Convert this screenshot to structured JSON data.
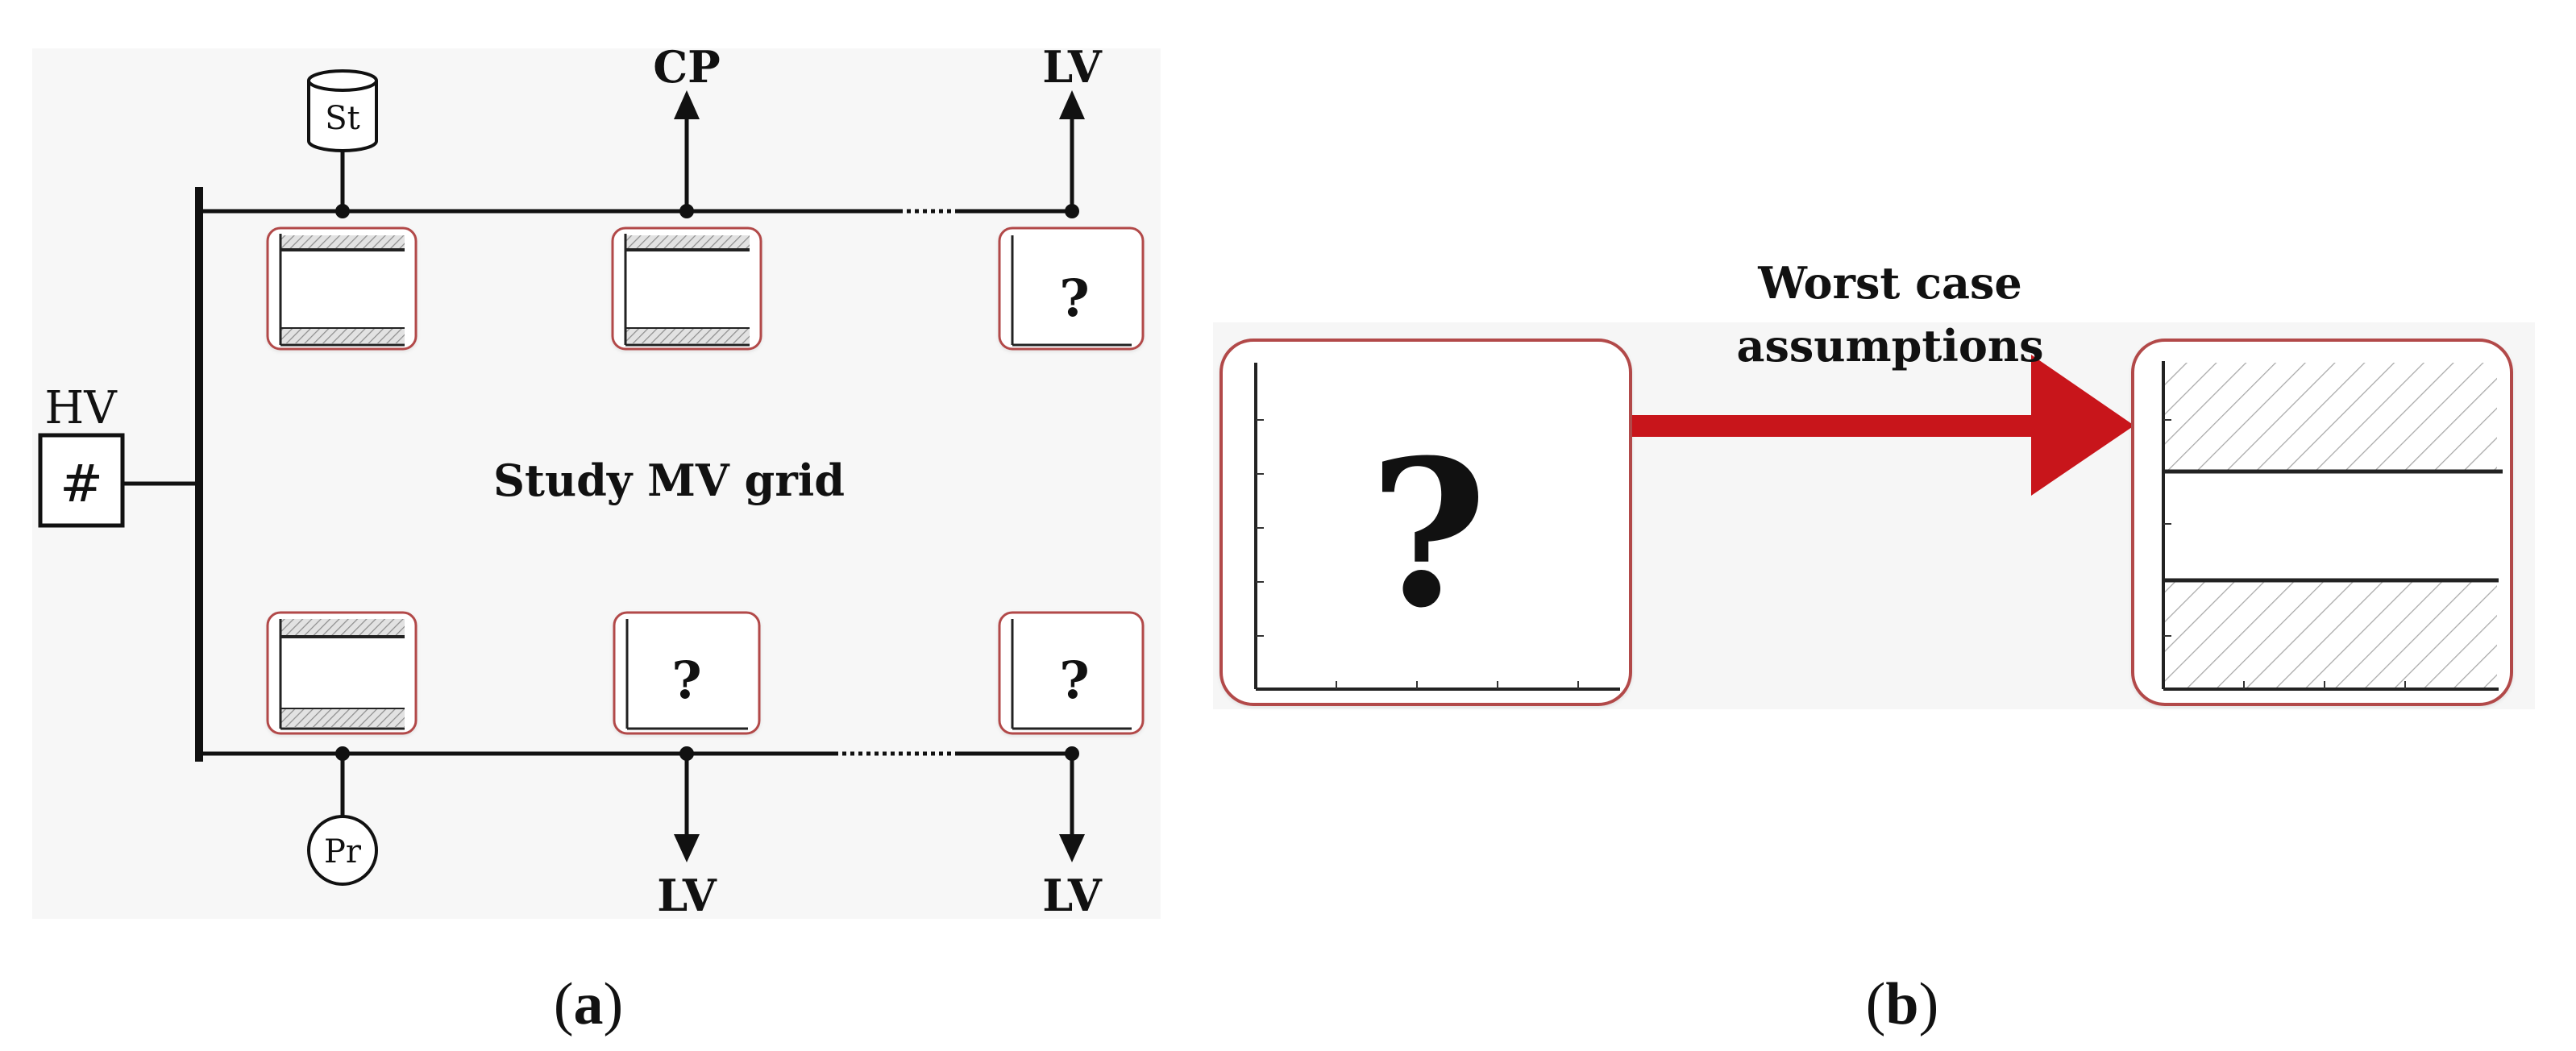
{
  "panel_a": {
    "source_label": "HV",
    "source_symbol": "#",
    "storage_label": "St",
    "producer_label": "Pr",
    "charging_point_label": "CP",
    "top_feeder_end_label": "LV",
    "bottom_feeder_label_1": "LV",
    "bottom_feeder_label_2": "LV",
    "center_title": "Study MV grid",
    "unknown_mark": "?",
    "caption": "(a)",
    "caption_letter": "a"
  },
  "panel_b": {
    "arrow_text_line1": "Worst case",
    "arrow_text_line2": "assumptions",
    "unknown_mark": "?",
    "caption": "(b)",
    "caption_letter": "b"
  },
  "colors": {
    "line": "#111111",
    "box_border": "#b24a48",
    "arrow_fill": "#c8151b",
    "hatch": "#9a9a9a",
    "panel_bg": "#f6f6f6"
  }
}
